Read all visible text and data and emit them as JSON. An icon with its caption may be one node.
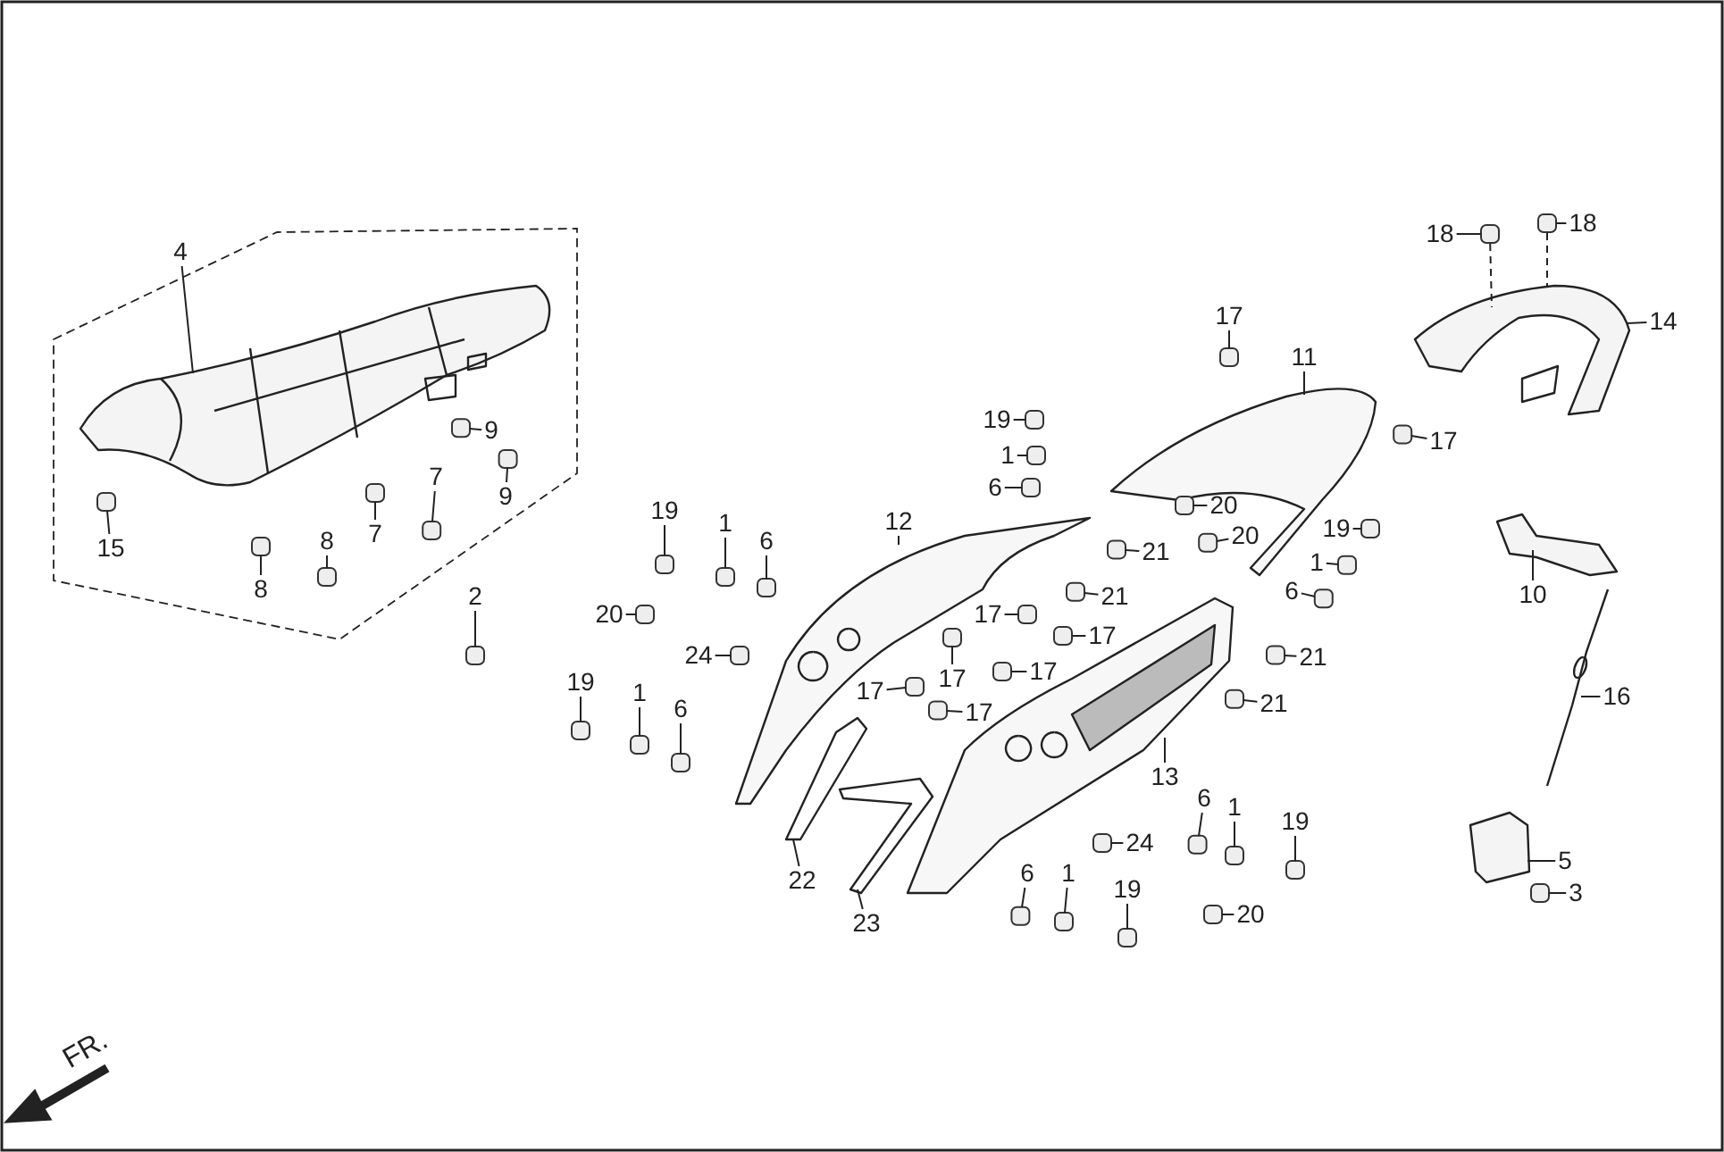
{
  "diagram": {
    "nodes": [
      {
        "text": [
          "4"
        ]
      },
      {
        "text": [
          "9"
        ]
      },
      {
        "text": [
          "9"
        ]
      },
      {
        "text": [
          "7"
        ]
      },
      {
        "text": [
          "7"
        ]
      },
      {
        "text": [
          "8"
        ]
      },
      {
        "text": [
          "8"
        ]
      },
      {
        "text": [
          "15"
        ]
      },
      {
        "text": [
          "2"
        ]
      },
      {
        "text": [
          "19"
        ]
      },
      {
        "text": [
          "1"
        ]
      },
      {
        "text": [
          "6"
        ]
      },
      {
        "text": [
          "20"
        ]
      },
      {
        "text": [
          "24"
        ]
      },
      {
        "text": [
          "19"
        ]
      },
      {
        "text": [
          "1"
        ]
      },
      {
        "text": [
          "6"
        ]
      },
      {
        "text": [
          "12"
        ]
      },
      {
        "text": [
          "22"
        ]
      },
      {
        "text": [
          "23"
        ]
      },
      {
        "text": [
          "19"
        ]
      },
      {
        "text": [
          "1"
        ]
      },
      {
        "text": [
          "6"
        ]
      },
      {
        "text": [
          "17"
        ]
      },
      {
        "text": [
          "11"
        ]
      },
      {
        "text": [
          "17"
        ]
      },
      {
        "text": [
          "20"
        ]
      },
      {
        "text": [
          "20"
        ]
      },
      {
        "text": [
          "21"
        ]
      },
      {
        "text": [
          "19"
        ]
      },
      {
        "text": [
          "1"
        ]
      },
      {
        "text": [
          "6"
        ]
      },
      {
        "text": [
          "17"
        ]
      },
      {
        "text": [
          "21"
        ]
      },
      {
        "text": [
          "17"
        ]
      },
      {
        "text": [
          "17"
        ]
      },
      {
        "text": [
          "21"
        ]
      },
      {
        "text": [
          "17"
        ]
      },
      {
        "text": [
          "17"
        ]
      },
      {
        "text": [
          "17"
        ]
      },
      {
        "text": [
          "21"
        ]
      },
      {
        "text": [
          "13"
        ]
      },
      {
        "text": [
          "14"
        ]
      },
      {
        "text": [
          "18"
        ]
      },
      {
        "text": [
          "18"
        ]
      },
      {
        "text": [
          "10"
        ]
      },
      {
        "text": [
          "16"
        ]
      },
      {
        "text": [
          "5"
        ]
      },
      {
        "text": [
          "3"
        ]
      },
      {
        "text": [
          "6"
        ]
      },
      {
        "text": [
          "1"
        ]
      },
      {
        "text": [
          "19"
        ]
      },
      {
        "text": [
          "24"
        ]
      },
      {
        "text": [
          "6"
        ]
      },
      {
        "text": [
          "1"
        ]
      },
      {
        "text": [
          "19"
        ]
      },
      {
        "text": [
          "20"
        ]
      },
      {
        "text": [],
        "shape": "picture"
      },
      {
        "text": [],
        "shape": "box"
      },
      {
        "text": [],
        "shape": "box"
      },
      {
        "text": [],
        "shape": "box"
      },
      {
        "text": [],
        "shape": "box"
      },
      {
        "text": [],
        "shape": "box"
      },
      {
        "text": [],
        "shape": "box"
      },
      {
        "text": [],
        "shape": "box"
      },
      {
        "text": [],
        "shape": "box"
      },
      {
        "text": [],
        "shape": "box"
      },
      {
        "text": [],
        "shape": "box"
      },
      {
        "text": [],
        "shape": "box"
      },
      {
        "text": [],
        "shape": "box"
      },
      {
        "text": [],
        "shape": "box"
      },
      {
        "text": [],
        "shape": "box"
      },
      {
        "text": [],
        "shape": "box"
      },
      {
        "text": [],
        "shape": "box"
      },
      {
        "text": [],
        "shape": "picture"
      },
      {
        "text": [],
        "shape": "picture"
      },
      {
        "text": [],
        "shape": "picture"
      },
      {
        "text": [],
        "shape": "box"
      },
      {
        "text": [],
        "shape": "box"
      },
      {
        "text": [],
        "shape": "box"
      },
      {
        "text": [],
        "shape": "box"
      },
      {
        "text": [],
        "shape": "picture"
      },
      {
        "text": [],
        "shape": "box"
      },
      {
        "text": [],
        "shape": "box"
      },
      {
        "text": [],
        "shape": "box"
      },
      {
        "text": [],
        "shape": "box"
      },
      {
        "text": [],
        "shape": "box"
      },
      {
        "text": [],
        "shape": "box"
      },
      {
        "text": [],
        "shape": "box"
      },
      {
        "text": [],
        "shape": "box"
      },
      {
        "text": [],
        "shape": "box"
      },
      {
        "text": [],
        "shape": "box"
      },
      {
        "text": [],
        "shape": "box"
      },
      {
        "text": [],
        "shape": "box"
      },
      {
        "text": [],
        "shape": "box"
      },
      {
        "text": [],
        "shape": "box"
      },
      {
        "text": [],
        "shape": "box"
      },
      {
        "text": [],
        "shape": "box"
      },
      {
        "text": [],
        "shape": "picture"
      },
      {
        "text": [],
        "shape": "picture"
      },
      {
        "text": [],
        "shape": "box"
      },
      {
        "text": [],
        "shape": "box"
      },
      {
        "text": [],
        "shape": "picture"
      },
      {
        "text": [],
        "shape": "picture"
      },
      {
        "text": [],
        "shape": "picture"
      },
      {
        "text": [],
        "shape": "box"
      },
      {
        "text": [],
        "shape": "box"
      },
      {
        "text": [],
        "shape": "box"
      },
      {
        "text": [],
        "shape": "box"
      },
      {
        "text": [],
        "shape": "box"
      },
      {
        "text": [],
        "shape": "box"
      },
      {
        "text": [],
        "shape": "box"
      },
      {
        "text": [],
        "shape": "box"
      },
      {
        "text": [],
        "shape": "box"
      }
    ],
    "edges": [
      {
        "from": 0,
        "to": 57,
        "arrow": "none"
      },
      {
        "from": 1,
        "to": 58,
        "arrow": "none"
      },
      {
        "from": 2,
        "to": 59,
        "arrow": "none"
      },
      {
        "from": 3,
        "to": 60,
        "arrow": "none"
      },
      {
        "from": 4,
        "to": 61,
        "arrow": "none"
      },
      {
        "from": 5,
        "to": 62,
        "arrow": "none"
      },
      {
        "from": 6,
        "to": 63,
        "arrow": "none"
      },
      {
        "from": 7,
        "to": 64,
        "arrow": "none"
      },
      {
        "from": 8,
        "to": 65,
        "arrow": "none"
      },
      {
        "from": 9,
        "to": 66,
        "arrow": "none"
      },
      {
        "from": 10,
        "to": 67,
        "arrow": "none"
      },
      {
        "from": 11,
        "to": 68,
        "arrow": "none"
      },
      {
        "from": 12,
        "to": 69,
        "arrow": "none"
      },
      {
        "from": 13,
        "to": 70,
        "arrow": "none"
      },
      {
        "from": 14,
        "to": 71,
        "arrow": "none"
      },
      {
        "from": 15,
        "to": 72,
        "arrow": "none"
      },
      {
        "from": 16,
        "to": 73,
        "arrow": "none"
      },
      {
        "from": 17,
        "to": 74,
        "arrow": "none"
      },
      {
        "from": 18,
        "to": 75,
        "arrow": "none"
      },
      {
        "from": 19,
        "to": 76,
        "arrow": "none"
      },
      {
        "from": 20,
        "to": 77,
        "arrow": "none"
      },
      {
        "from": 21,
        "to": 78,
        "arrow": "none"
      },
      {
        "from": 22,
        "to": 79,
        "arrow": "none"
      },
      {
        "from": 23,
        "to": 80,
        "arrow": "none"
      },
      {
        "from": 24,
        "to": 81,
        "arrow": "none"
      },
      {
        "from": 25,
        "to": 82,
        "arrow": "none"
      },
      {
        "from": 26,
        "to": 83,
        "arrow": "none"
      },
      {
        "from": 27,
        "to": 84,
        "arrow": "none"
      },
      {
        "from": 28,
        "to": 85,
        "arrow": "none"
      },
      {
        "from": 29,
        "to": 86,
        "arrow": "none"
      },
      {
        "from": 30,
        "to": 87,
        "arrow": "none"
      },
      {
        "from": 31,
        "to": 88,
        "arrow": "none"
      },
      {
        "from": 32,
        "to": 89,
        "arrow": "none"
      },
      {
        "from": 33,
        "to": 90,
        "arrow": "none"
      },
      {
        "from": 34,
        "to": 91,
        "arrow": "none"
      },
      {
        "from": 35,
        "to": 92,
        "arrow": "none"
      },
      {
        "from": 36,
        "to": 93,
        "arrow": "none"
      },
      {
        "from": 37,
        "to": 94,
        "arrow": "none"
      },
      {
        "from": 38,
        "to": 95,
        "arrow": "none"
      },
      {
        "from": 39,
        "to": 96,
        "arrow": "none"
      },
      {
        "from": 40,
        "to": 97,
        "arrow": "none"
      },
      {
        "from": 41,
        "to": 98,
        "arrow": "none"
      },
      {
        "from": 42,
        "to": 99,
        "arrow": "none"
      },
      {
        "from": 43,
        "to": 100,
        "arrow": "none"
      },
      {
        "from": 44,
        "to": 101,
        "arrow": "none"
      },
      {
        "from": 45,
        "to": 102,
        "arrow": "none"
      },
      {
        "from": 46,
        "to": 103,
        "arrow": "none"
      },
      {
        "from": 47,
        "to": 104,
        "arrow": "none"
      },
      {
        "from": 48,
        "to": 105,
        "arrow": "none"
      },
      {
        "from": 49,
        "to": 106,
        "arrow": "none"
      },
      {
        "from": 50,
        "to": 107,
        "arrow": "none"
      },
      {
        "from": 51,
        "to": 108,
        "arrow": "none"
      },
      {
        "from": 52,
        "to": 109,
        "arrow": "none"
      },
      {
        "from": 53,
        "to": 110,
        "arrow": "none"
      },
      {
        "from": 54,
        "to": 111,
        "arrow": "none"
      },
      {
        "from": 55,
        "to": 112,
        "arrow": "none"
      },
      {
        "from": 56,
        "to": 113,
        "arrow": "none"
      },
      {
        "from": 100,
        "to": 99,
        "arrow": "none",
        "style": "dashed"
      },
      {
        "from": 101,
        "to": 99,
        "arrow": "none",
        "style": "dashed"
      }
    ],
    "labels": [
      "FR."
    ]
  }
}
